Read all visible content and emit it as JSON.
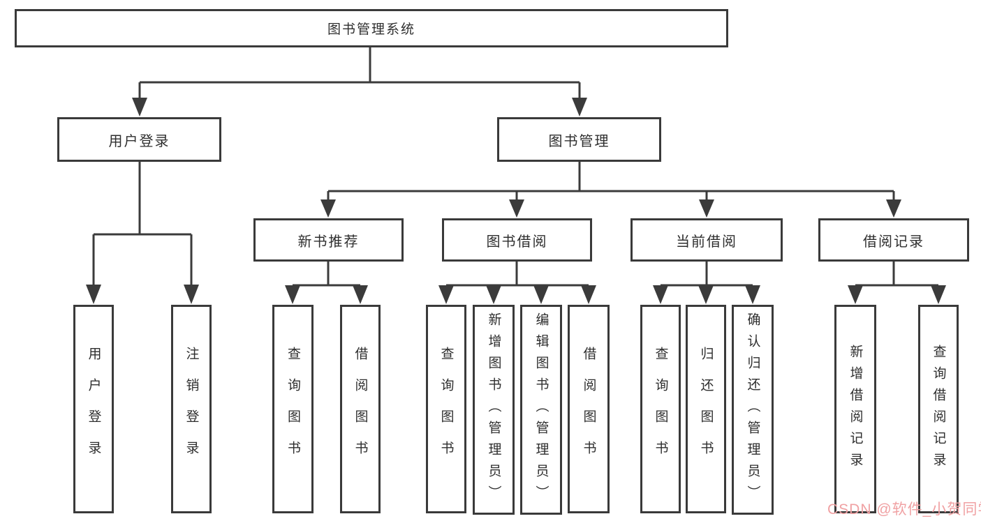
{
  "diagram": {
    "type": "hierarchy-tree",
    "root_label": "图书管理系统",
    "colors": {
      "line": "#3b3b3b",
      "box_border": "#3a3a3a",
      "box_fill": "#ffffff",
      "text": "#2e2e2e",
      "background": "#ffffff",
      "watermark": "#f0a1a3"
    }
  },
  "nodes": [
    {
      "id": "root",
      "label": "图书管理系统",
      "parent": null
    },
    {
      "id": "user-login",
      "label": "用户登录",
      "parent": "root"
    },
    {
      "id": "book-management",
      "label": "图书管理",
      "parent": "root"
    },
    {
      "id": "user-login-leaf",
      "label": "用户登录",
      "parent": "user-login"
    },
    {
      "id": "logout",
      "label": "注销登录",
      "parent": "user-login"
    },
    {
      "id": "new-book-recommend",
      "label": "新书推荐",
      "parent": "book-management"
    },
    {
      "id": "book-borrowing",
      "label": "图书借阅",
      "parent": "book-management"
    },
    {
      "id": "current-borrowing",
      "label": "当前借阅",
      "parent": "book-management"
    },
    {
      "id": "borrowing-records",
      "label": "借阅记录",
      "parent": "book-management"
    },
    {
      "id": "nbr-query-books",
      "label": "查询图书",
      "parent": "new-book-recommend"
    },
    {
      "id": "nbr-borrow-books",
      "label": "借阅图书",
      "parent": "new-book-recommend"
    },
    {
      "id": "bb-query-books",
      "label": "查询图书",
      "parent": "book-borrowing"
    },
    {
      "id": "bb-add-books-admin",
      "label": "新增图书（管理员）",
      "parent": "book-borrowing"
    },
    {
      "id": "bb-edit-books-admin",
      "label": "编辑图书（管理员）",
      "parent": "book-borrowing"
    },
    {
      "id": "bb-borrow-books",
      "label": "借阅图书",
      "parent": "book-borrowing"
    },
    {
      "id": "cb-query-books",
      "label": "查询图书",
      "parent": "current-borrowing"
    },
    {
      "id": "cb-return-books",
      "label": "归还图书",
      "parent": "current-borrowing"
    },
    {
      "id": "cb-confirm-return-admin",
      "label": "确认归还（管理员）",
      "parent": "current-borrowing"
    },
    {
      "id": "br-add-record",
      "label": "新增借阅记录",
      "parent": "borrowing-records"
    },
    {
      "id": "br-query-record",
      "label": "查询借阅记录",
      "parent": "borrowing-records"
    }
  ],
  "watermark": {
    "text": "CSDN @软件_小贺同学"
  }
}
